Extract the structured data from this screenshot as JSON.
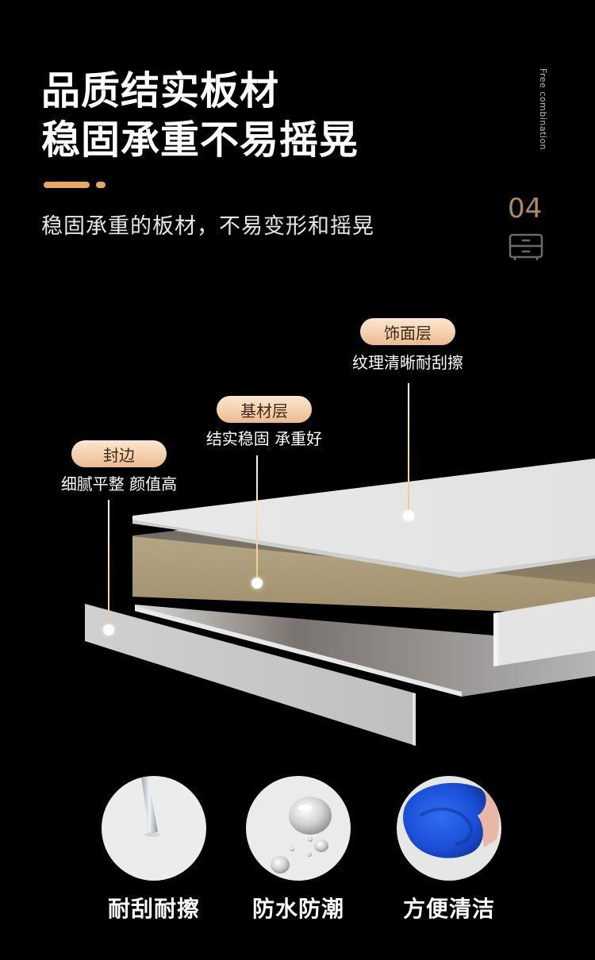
{
  "header": {
    "title_line1": "品质结实板材",
    "title_line2": "稳固承重不易摇晃",
    "subtitle": "稳固承重的板材，不易变形和摇晃",
    "vertical_text": "Free combination",
    "page_number": "04",
    "page_icon": "cabinet-icon"
  },
  "colors": {
    "background": "#000000",
    "accent": "#e8a95a",
    "page_number": "#a98a64",
    "pill_gradient_top": "#fbe6cf",
    "pill_gradient_bottom": "#e9b98f",
    "icon_gray": "#6b6b6b",
    "board_white": "#e6e6e6",
    "board_core": "#a8946c"
  },
  "layers": [
    {
      "label": "饰面层",
      "description": "纹理清晰耐刮擦"
    },
    {
      "label": "基材层",
      "description": "结实稳固 承重好"
    },
    {
      "label": "封边",
      "description": "细腻平整 颜值高"
    }
  ],
  "features": [
    {
      "label": "耐刮耐擦",
      "icon": "screwdriver-scratch-icon"
    },
    {
      "label": "防水防潮",
      "icon": "water-droplets-icon"
    },
    {
      "label": "方便清洁",
      "icon": "blue-cloth-icon"
    }
  ]
}
